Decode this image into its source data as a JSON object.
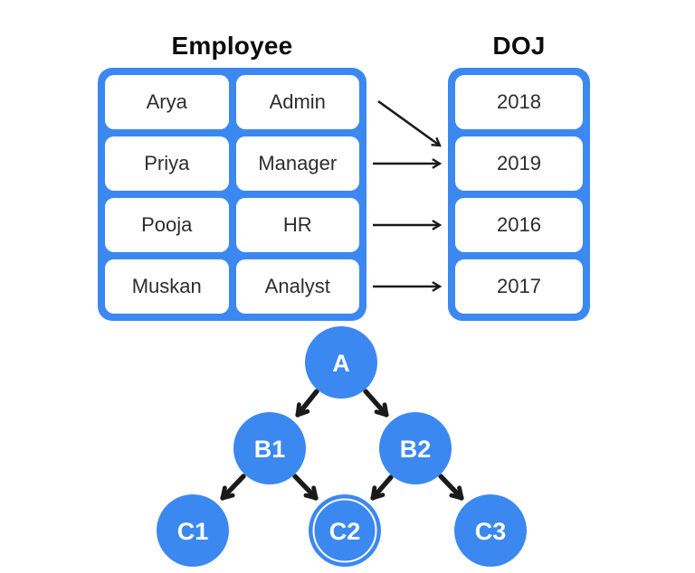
{
  "colors": {
    "background": "#ffffff",
    "primary_blue": "#3c88f1",
    "cell_white": "#ffffff",
    "arrow_black": "#1a1a1a",
    "title_black": "#0d0d0d",
    "cell_text": "#2d2d2d",
    "node_label_white": "#ffffff"
  },
  "employee_table": {
    "title": "Employee",
    "rows": [
      {
        "name": "Arya",
        "role": "Admin"
      },
      {
        "name": "Priya",
        "role": "Manager"
      },
      {
        "name": "Pooja",
        "role": "HR"
      },
      {
        "name": "Muskan",
        "role": "Analyst"
      }
    ]
  },
  "doj_table": {
    "title": "DOJ",
    "values": [
      "2018",
      "2019",
      "2016",
      "2017"
    ]
  },
  "mapping_arrows": [
    {
      "from_row": "Arya / Admin",
      "to_value": "2019",
      "style": "diagonal"
    },
    {
      "from_row": "Priya / Manager",
      "to_value": "2019",
      "style": "horizontal"
    },
    {
      "from_row": "Pooja / HR",
      "to_value": "2016",
      "style": "horizontal"
    },
    {
      "from_row": "Muskan / Analyst",
      "to_value": "2017",
      "style": "horizontal"
    }
  ],
  "tree": {
    "nodes": [
      {
        "id": "A",
        "label": "A",
        "highlighted": false
      },
      {
        "id": "B1",
        "label": "B1",
        "highlighted": false
      },
      {
        "id": "B2",
        "label": "B2",
        "highlighted": false
      },
      {
        "id": "C1",
        "label": "C1",
        "highlighted": false
      },
      {
        "id": "C2",
        "label": "C2",
        "highlighted": true
      },
      {
        "id": "C3",
        "label": "C3",
        "highlighted": false
      }
    ],
    "edges": [
      "A->B1",
      "A->B2",
      "B1->C1",
      "B1->C2",
      "B2->C2",
      "B2->C3"
    ]
  }
}
